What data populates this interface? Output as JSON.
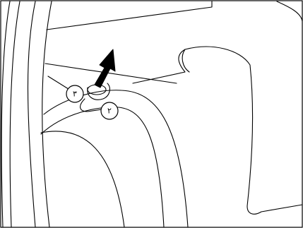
{
  "illustration": {
    "callouts": [
      {
        "id": "3",
        "label": "٣"
      },
      {
        "id": "2",
        "label": "٢"
      }
    ],
    "arrow": {
      "direction": "up-right",
      "color": "#000000"
    },
    "line_color": "#000000",
    "background": "#ffffff"
  }
}
